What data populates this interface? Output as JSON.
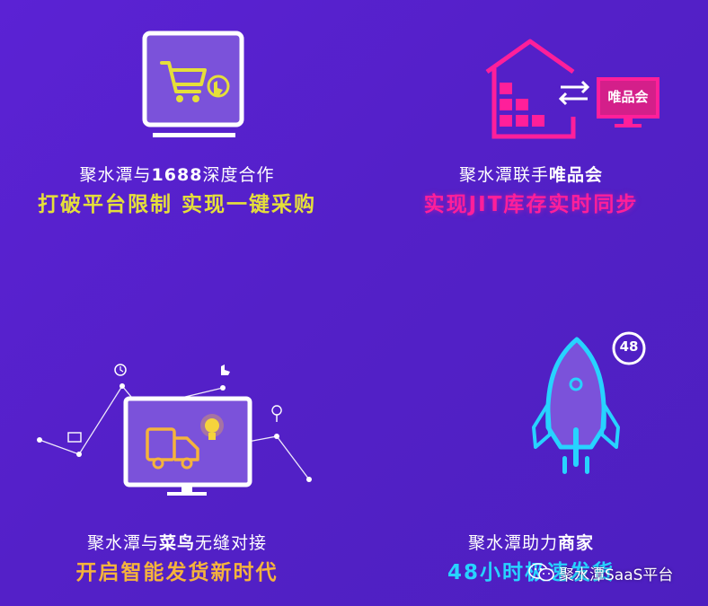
{
  "colors": {
    "yellow": "#e5df3a",
    "magenta": "#ff1f9a",
    "orange": "#f5b33c",
    "cyan": "#27d3ff",
    "white": "#ffffff"
  },
  "features": [
    {
      "line1_prefix": "聚水潭与",
      "line1_bold": "1688",
      "line1_suffix": "深度合作",
      "line2": "打破平台限制 实现一键采购",
      "icon": "shopping-cart-monitor-icon"
    },
    {
      "line1_prefix": "聚水潭联手",
      "line1_bold": "唯品会",
      "line1_suffix": "",
      "line2": "实现JIT库存实时同步",
      "icon": "warehouse-sync-icon",
      "screen_label": "唯品会"
    },
    {
      "line1_prefix": "聚水潭与",
      "line1_bold": "菜鸟",
      "line1_suffix": "无缝对接",
      "line2": "开启智能发货新时代",
      "icon": "delivery-truck-monitor-icon"
    },
    {
      "line1_prefix": "聚水潭助力",
      "line1_bold": "商家",
      "line1_suffix": "",
      "line2": "48小时极速发货",
      "icon": "rocket-icon",
      "badge": "48"
    }
  ],
  "watermark": {
    "text": "聚水潭SaaS平台",
    "icon": "wechat-icon"
  }
}
